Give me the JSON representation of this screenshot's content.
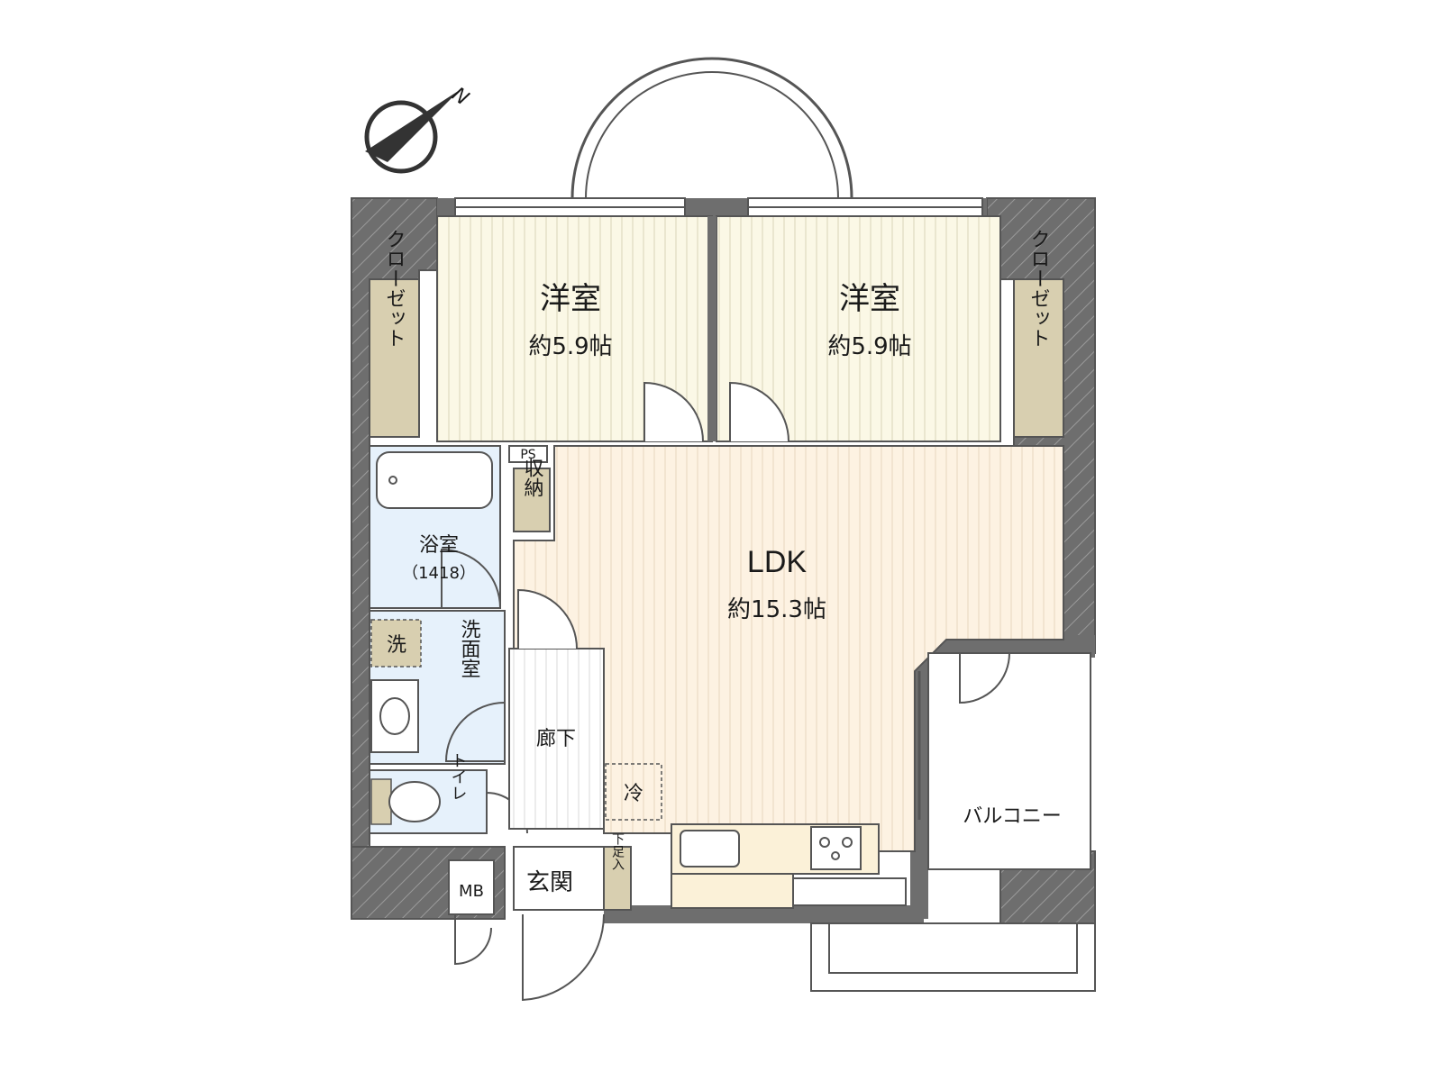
{
  "compass": {
    "label": "N"
  },
  "rooms": {
    "western_left": {
      "name": "洋室",
      "size": "約5.9帖"
    },
    "western_right": {
      "name": "洋室",
      "size": "約5.9帖"
    },
    "ldk": {
      "name": "LDK",
      "size": "約15.3帖"
    },
    "bathroom": {
      "name": "浴室",
      "size": "（1418）"
    },
    "washroom": {
      "name": "洗面室"
    },
    "hallway": {
      "name": "廊下"
    },
    "entrance": {
      "name": "玄関"
    },
    "balcony": {
      "name": "バルコニー"
    }
  },
  "labels": {
    "closet_left": "クローゼット",
    "closet_right": "クローゼット",
    "ps": "PS",
    "storage": "収納",
    "laundry": "洗",
    "toilet": "トイレ",
    "mb": "MB",
    "shoe_box": "下足入",
    "fridge": "冷"
  },
  "colors": {
    "wall": "#6b6b6b",
    "western_floor": "#fbf8e6",
    "ldk_floor": "#fdf2e2",
    "wet_area": "#e6f1fb",
    "closet": "#d8cfb0",
    "counter": "#fbf1d8"
  }
}
